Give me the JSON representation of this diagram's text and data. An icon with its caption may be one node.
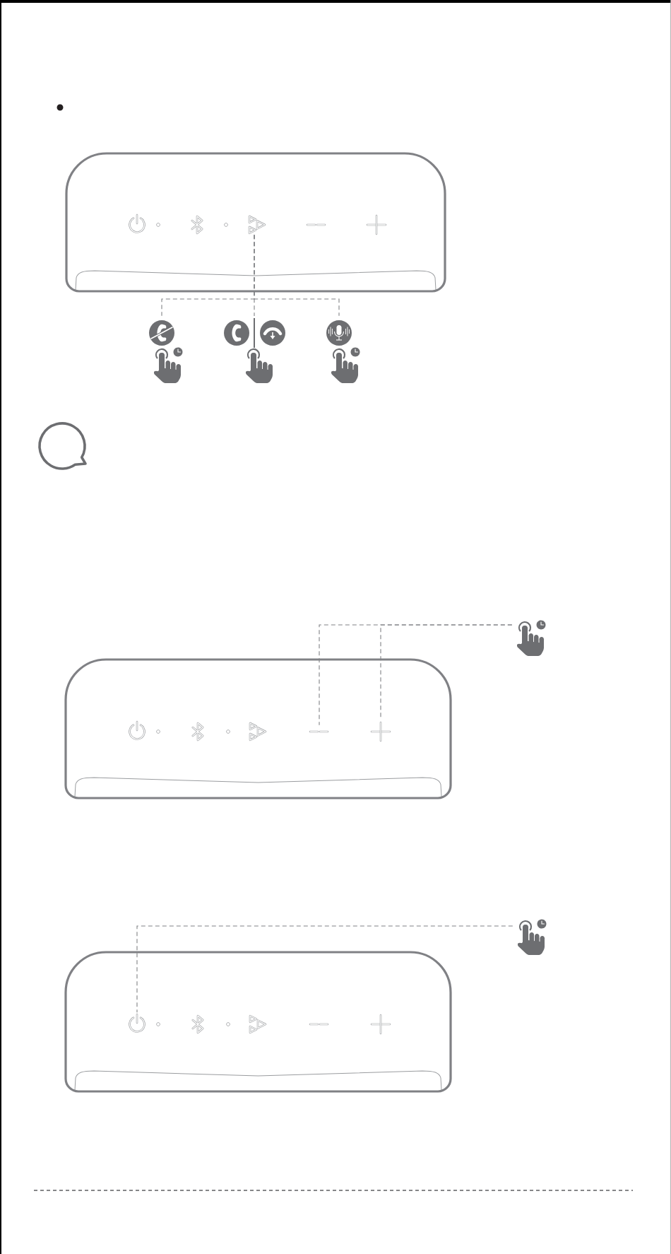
{
  "diagram": {
    "nodes": [
      {
        "text": [],
        "shape": "box"
      },
      {
        "text": [],
        "shape": "picture",
        "in": 0
      },
      {
        "text": [],
        "shape": "circle"
      },
      {
        "text": [],
        "shape": "circle"
      },
      {
        "text": [],
        "shape": "circle"
      },
      {
        "text": [],
        "shape": "circle"
      },
      {
        "text": [],
        "shape": "picture"
      },
      {
        "text": [],
        "shape": "box"
      },
      {
        "text": [],
        "shape": "picture",
        "in": 7
      },
      {
        "text": [],
        "shape": "picture",
        "in": 7
      },
      {
        "text": [],
        "shape": "picture"
      },
      {
        "text": [],
        "shape": "box"
      },
      {
        "text": [],
        "shape": "picture",
        "in": 11
      }
    ],
    "edges": [
      {
        "from": 1,
        "to": 2,
        "arrow": "none",
        "style": "dashed"
      },
      {
        "from": 1,
        "to": 3,
        "arrow": "none",
        "style": "dashed"
      },
      {
        "from": 1,
        "to": 4,
        "arrow": "none",
        "style": "dashed"
      },
      {
        "from": 1,
        "to": 5,
        "arrow": "none",
        "style": "dashed"
      },
      {
        "from": 6,
        "to": 8,
        "arrow": "none",
        "style": "dashed"
      },
      {
        "from": 6,
        "to": 9,
        "arrow": "none",
        "style": "dashed"
      },
      {
        "from": 10,
        "to": 12,
        "arrow": "none",
        "style": "dashed"
      }
    ]
  }
}
